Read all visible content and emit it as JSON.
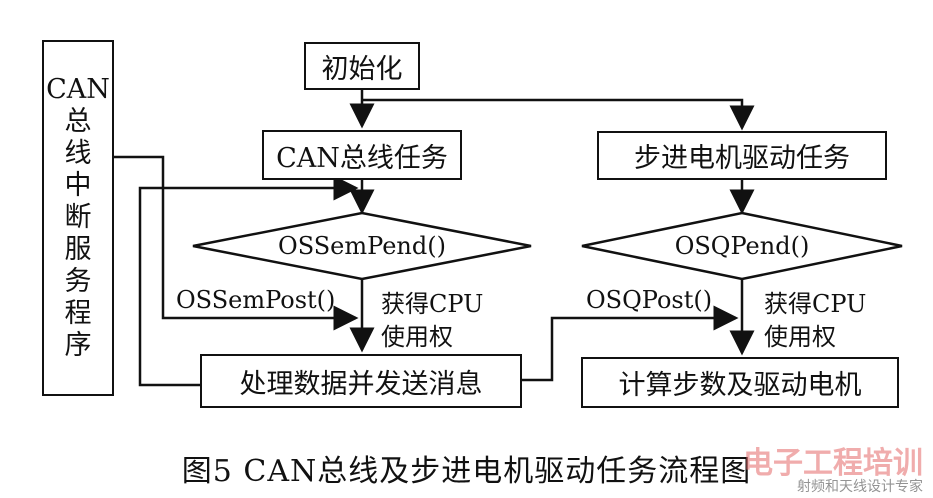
{
  "isr": {
    "lines": [
      "CAN",
      "总",
      "线",
      "中",
      "断",
      "服",
      "务",
      "程",
      "序"
    ]
  },
  "nodes": {
    "init": "初始化",
    "can_task": "CAN总线任务",
    "stepper_task": "步进电机驱动任务",
    "sem_pend": "OSSemPend()",
    "q_pend": "OSQPend()",
    "process": "处理数据并发送消息",
    "compute": "计算步数及驱动电机"
  },
  "edge_labels": {
    "sem_post": "OSSemPost()",
    "q_post": "OSQPost()",
    "get_cpu_left_1": "获得CPU",
    "get_cpu_left_2": "使用权",
    "get_cpu_right_1": "获得CPU",
    "get_cpu_right_2": "使用权"
  },
  "caption": "图5  CAN总线及步进电机驱动任务流程图",
  "watermark": {
    "main": "电子工程培训",
    "sub": "射频和天线设计专家"
  }
}
